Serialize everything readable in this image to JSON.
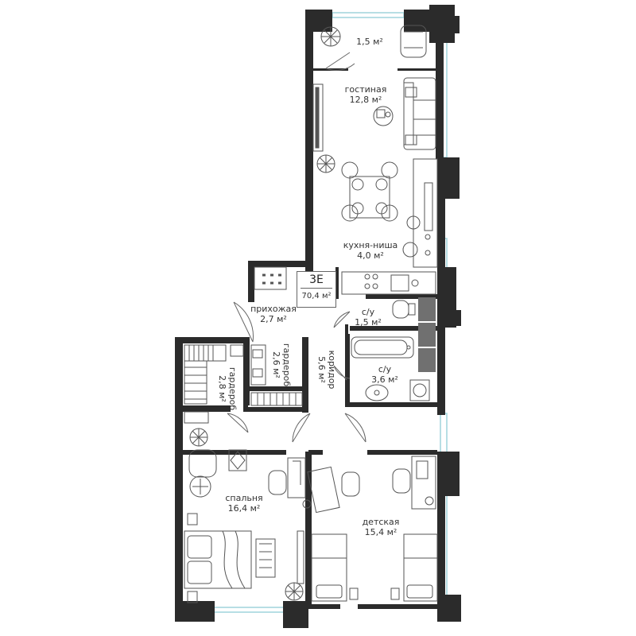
{
  "apartment": {
    "code": "3E",
    "total_area": "70,4 м²"
  },
  "rooms": {
    "balcony": {
      "area": "1,5 м²"
    },
    "living": {
      "name": "гостиная",
      "area": "12,8 м²"
    },
    "kitchen": {
      "name": "кухня-ниша",
      "area": "4,0 м²"
    },
    "hall": {
      "name": "прихожая",
      "area": "2,7 м²"
    },
    "wc_small": {
      "name": "с/у",
      "area": "1,5 м²"
    },
    "wardrobe1": {
      "name": "гардероб",
      "area": "2,6 м²"
    },
    "corridor": {
      "name": "коридор",
      "area": "5,6 м²"
    },
    "wc_big": {
      "name": "с/у",
      "area": "3,6 м²"
    },
    "wardrobe2": {
      "name": "гардероб",
      "area": "2,8 м²"
    },
    "bedroom": {
      "name": "спальня",
      "area": "16,4 м²"
    },
    "kids": {
      "name": "детская",
      "area": "15,4 м²"
    }
  },
  "colors": {
    "wall": "#2b2b2b",
    "window": "#9fd4dc",
    "furniture": "#555555",
    "dark_block": "#707070",
    "text": "#333333"
  },
  "icons": [
    "plant-icon",
    "armchair-icon",
    "sofa-icon",
    "tv-icon",
    "dining-table-icon",
    "stove-icon",
    "sink-icon",
    "toilet-icon",
    "bathtub-icon",
    "washing-machine-icon",
    "double-bed-icon",
    "single-bed-icon",
    "desk-icon",
    "chair-icon",
    "wardrobe-rail-icon",
    "rug-icon",
    "door-swing-icon"
  ]
}
